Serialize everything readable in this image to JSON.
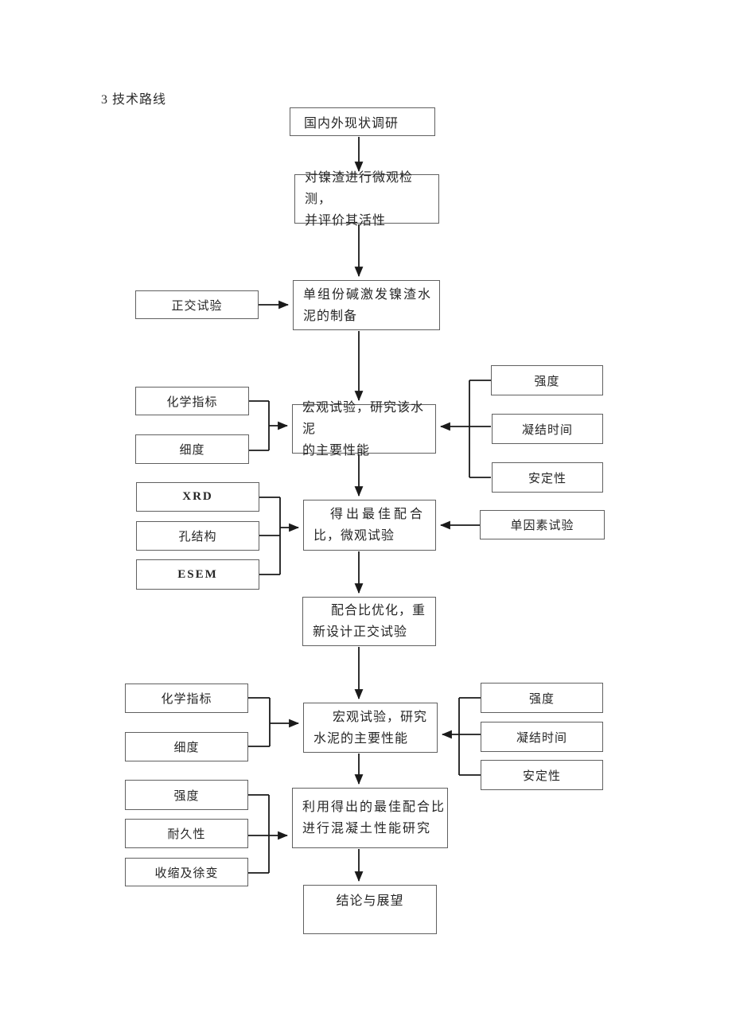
{
  "page": {
    "title": "3 技术路线"
  },
  "colors": {
    "box_border": "#606060",
    "line": "#1a1a1a",
    "text": "#262626",
    "background": "#ffffff"
  },
  "boxes": {
    "survey": {
      "text": "国内外现状调研"
    },
    "micro": {
      "line1": "对镍渣进行微观检测，",
      "line2": "并评价其活性"
    },
    "prep": {
      "line1": "单组份碱激发镍渣水",
      "line2": "泥的制备"
    },
    "macro1": {
      "line1": "宏观试验，研究该水泥",
      "line2": "的主要性能"
    },
    "best": {
      "line1": "得出最佳配合",
      "line2": "比，微观试验"
    },
    "optimize": {
      "line1": "配合比优化，重",
      "line2": "新设计正交试验"
    },
    "macro2": {
      "line1": "宏观试验，研究",
      "line2": "水泥的主要性能"
    },
    "concrete": {
      "line1": "利用得出的最佳配合比",
      "line2": "进行混凝土性能研究"
    },
    "conclusion": {
      "text": "结论与展望"
    },
    "orthogonal": {
      "text": "正交试验"
    },
    "chem1": {
      "text": "化学指标"
    },
    "fine1": {
      "text": "细度"
    },
    "xrd": {
      "text": "XRD"
    },
    "pore": {
      "text": "孔结构"
    },
    "esem": {
      "text": "ESEM"
    },
    "chem2": {
      "text": "化学指标"
    },
    "fine2": {
      "text": "细度"
    },
    "strength_left": {
      "text": "强度"
    },
    "durability": {
      "text": "耐久性"
    },
    "shrinkage": {
      "text": "收缩及徐变"
    },
    "strength_r1": {
      "text": "强度"
    },
    "setting_r1": {
      "text": "凝结时间"
    },
    "soundness_r1": {
      "text": "安定性"
    },
    "single_factor": {
      "text": "单因素试验"
    },
    "strength_r2": {
      "text": "强度"
    },
    "setting_r2": {
      "text": "凝结时间"
    },
    "soundness_r2": {
      "text": "安定性"
    }
  }
}
